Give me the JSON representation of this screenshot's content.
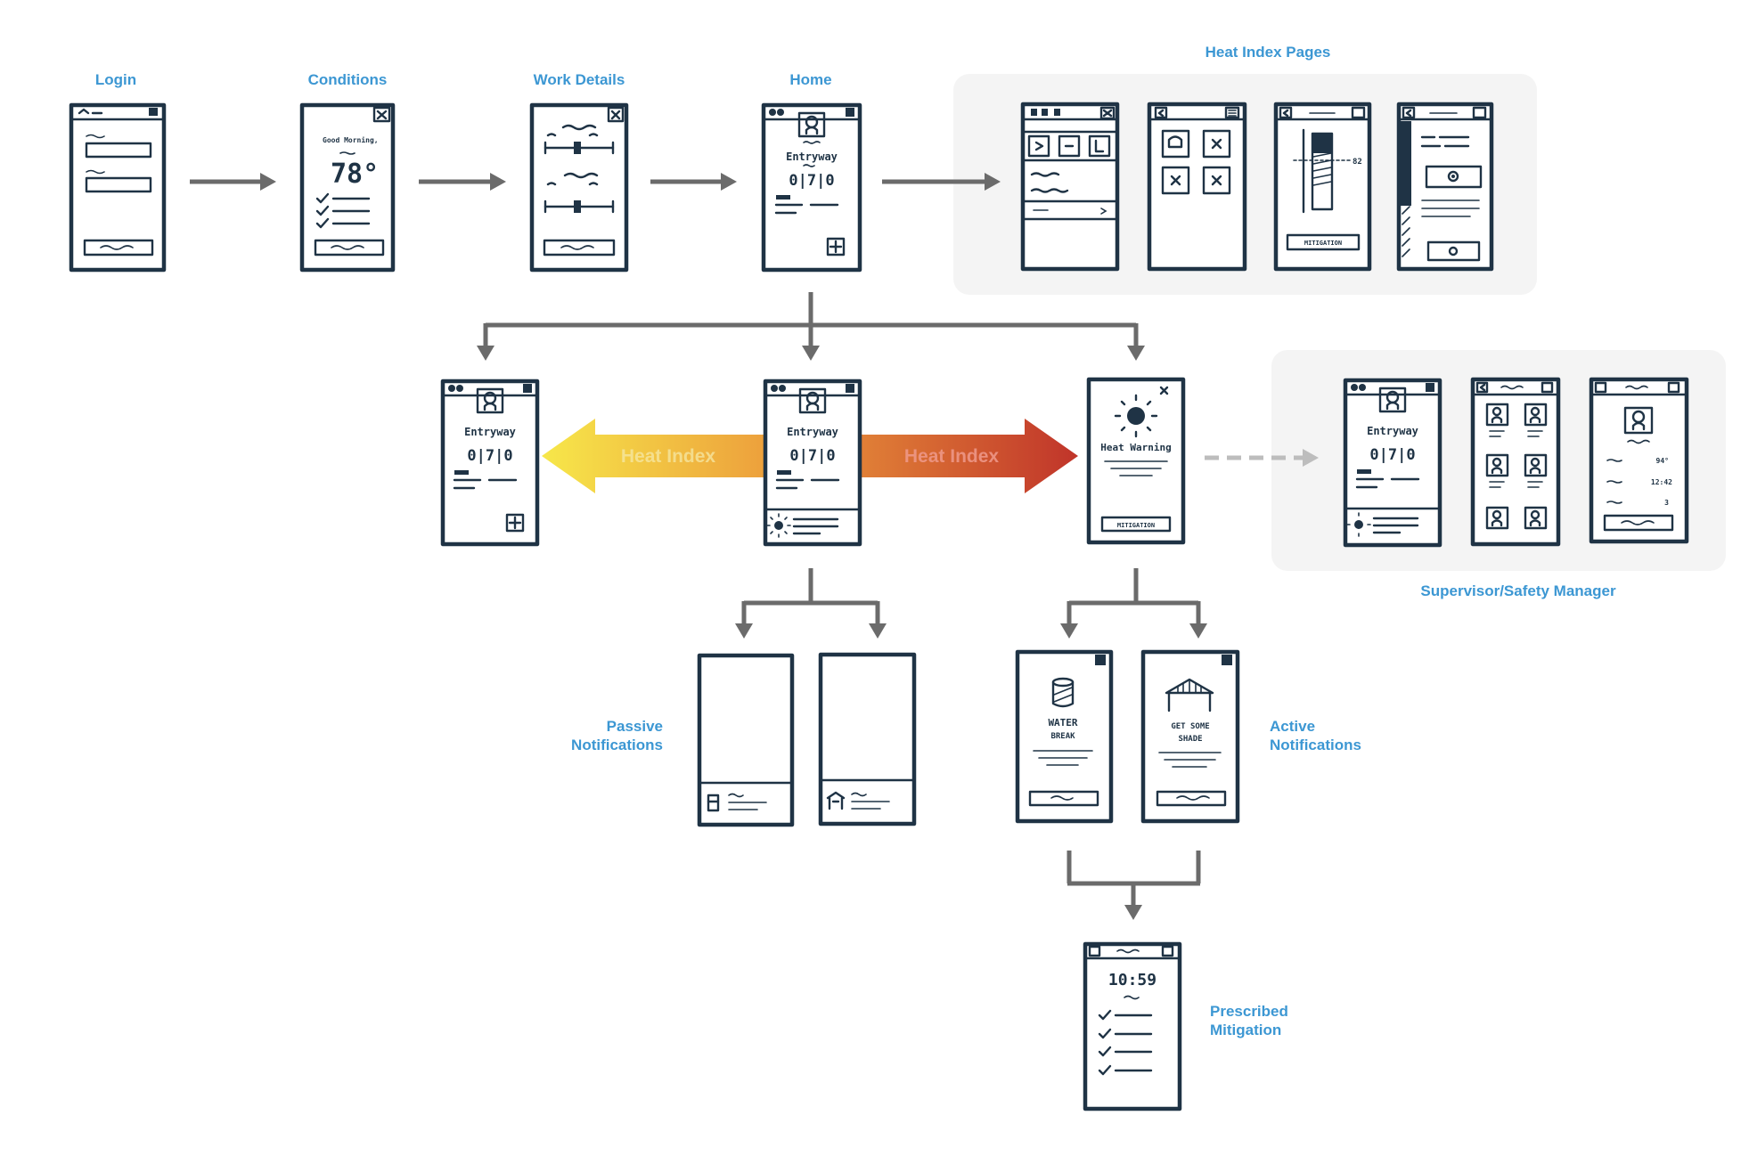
{
  "labels": {
    "login": "Login",
    "conditions": "Conditions",
    "work_details": "Work Details",
    "home": "Home",
    "heat_index_pages": "Heat Index Pages",
    "supervisor": "Supervisor/Safety Manager",
    "passive_1": "Passive",
    "passive_2": "Notifications",
    "active_1": "Active",
    "active_2": "Notifications",
    "prescribed_1": "Prescribed",
    "prescribed_2": "Mitigation"
  },
  "heat_index": {
    "left_label": "Heat Index",
    "right_label": "Heat Index",
    "colors": {
      "yellow": "#f7e84a",
      "orange": "#ec9b3b",
      "red": "#c0342a"
    }
  },
  "sketch_text": {
    "conditions_greeting": "Good Morning,",
    "conditions_temp": "78°",
    "home_location": "Entryway",
    "home_dial": "0|7|0",
    "heat_warning": "Heat Warning",
    "mitigation_button": "MITIGATION",
    "water_break_1": "WATER",
    "water_break_2": "BREAK",
    "shade_1": "GET SOME",
    "shade_2": "SHADE",
    "timer": "10:59",
    "heat_value": "82",
    "sup_temp": "94°",
    "sup_time": "12:42",
    "sup_count": "3"
  },
  "colors": {
    "accent": "#3c97d3",
    "ink": "#1f3345",
    "arrow": "#6b6b6b",
    "panel": "#f4f4f4"
  },
  "icons": [
    "user-avatar-icon",
    "sun-icon",
    "water-glass-icon",
    "shade-shelter-icon",
    "checkmark-icon",
    "plus-icon",
    "close-icon",
    "menu-icon"
  ]
}
